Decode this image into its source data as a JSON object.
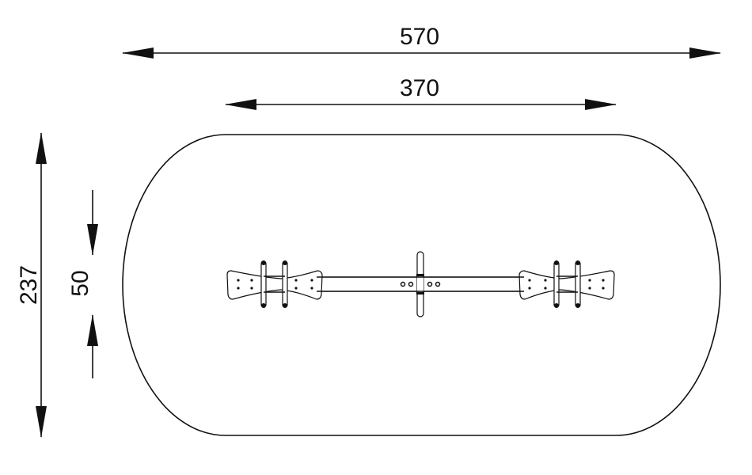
{
  "dimensions": {
    "overall_length": "570",
    "equipment_length": "370",
    "overall_width": "237",
    "equipment_width": "50"
  },
  "colors": {
    "line": "#111111",
    "background": "#ffffff"
  }
}
